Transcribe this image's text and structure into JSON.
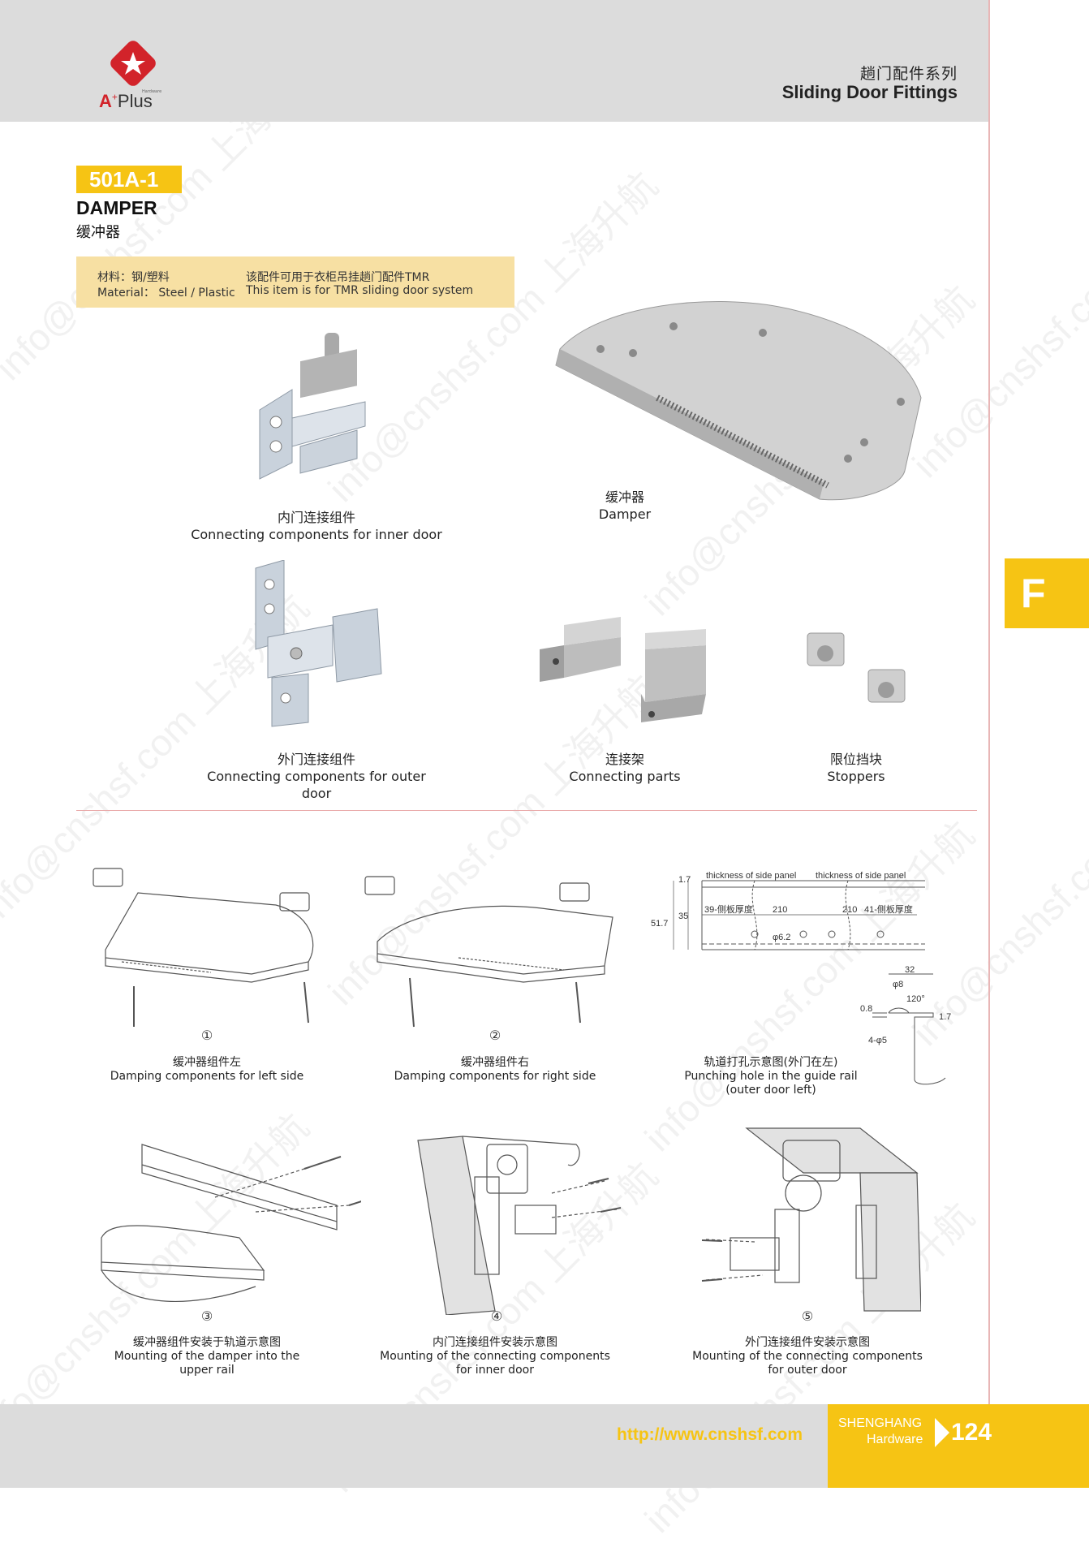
{
  "header": {
    "brand_plus": "Plus",
    "brand_sub": "Hardware",
    "series_cn": "趟门配件系列",
    "series_en": "Sliding Door Fittings"
  },
  "product": {
    "model": "501A-1",
    "name_en": "DAMPER",
    "name_cn": "缓冲器",
    "material_cn": "材料：钢/塑料",
    "material_en": "Material： Steel / Plastic",
    "use_cn": "该配件可用于衣柜吊挂趟门配件TMR",
    "use_en": "This item is for TMR sliding door system"
  },
  "parts": [
    {
      "cn": "内门连接组件",
      "en": "Connecting components for inner door"
    },
    {
      "cn": "缓冲器",
      "en": "Damper"
    },
    {
      "cn": "外门连接组件",
      "en": "Connecting components for outer door"
    },
    {
      "cn": "连接架",
      "en": "Connecting parts"
    },
    {
      "cn": "限位挡块",
      "en": "Stoppers"
    }
  ],
  "diagrams": [
    {
      "num": "①",
      "cn": "缓冲器组件左",
      "en": "Damping components for left side"
    },
    {
      "num": "②",
      "cn": "缓冲器组件右",
      "en": "Damping components for right side"
    },
    {
      "num": "",
      "cn": "轨道打孔示意图(外门在左)",
      "en": "Punching hole in the guide rail",
      "en2": "(outer door left)"
    },
    {
      "num": "③",
      "cn": "缓冲器组件安装于轨道示意图",
      "en": "Mounting of the damper into the",
      "en2": "upper rail"
    },
    {
      "num": "④",
      "cn": "内门连接组件安装示意图",
      "en": "Mounting of the connecting components",
      "en2": "for inner door"
    },
    {
      "num": "⑤",
      "cn": "外门连接组件安装示意图",
      "en": "Mounting of the connecting components",
      "en2": "for outer door"
    }
  ],
  "rail_drawing": {
    "labels": {
      "side_panel_1": "thickness of side panel",
      "side_panel_2": "thickness of side panel",
      "left_dim": "39-侧板厚度",
      "right_dim": "41-侧板厚度",
      "span1": "210",
      "span2": "210",
      "hole": "φ6.2",
      "h_top": "1.7",
      "h_mid": "35",
      "h_total": "51.7"
    },
    "section": {
      "width": "32",
      "d8": "φ8",
      "angle": "120°",
      "t1": "0.8",
      "t2": "1.7",
      "holes": "4-φ5"
    }
  },
  "side_tab": "F",
  "footer": {
    "url": "http://www.cnshsf.com",
    "brand1": "SHENGHANG",
    "brand2": "Hardware",
    "page": "124"
  },
  "colors": {
    "accent": "#f6c414",
    "header_grey": "#dcdcdc",
    "info_bg": "#f7e0a3",
    "logo_red": "#d2232a"
  }
}
